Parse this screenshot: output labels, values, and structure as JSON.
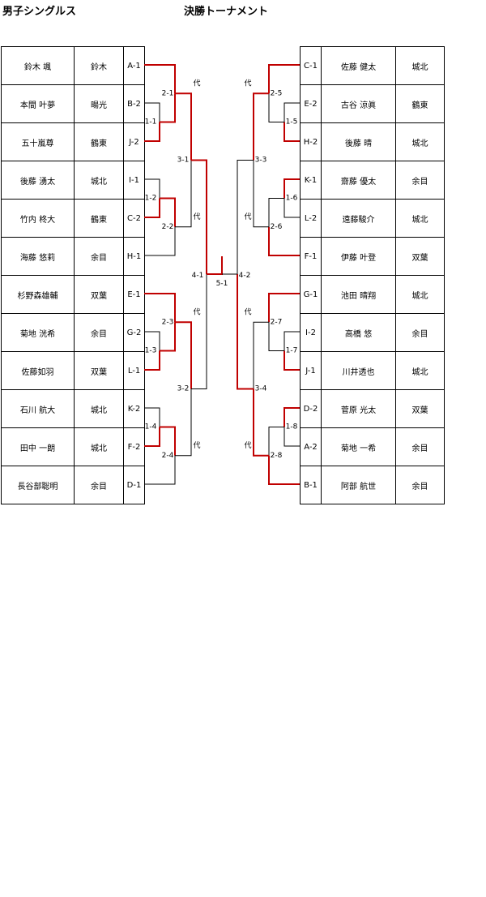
{
  "header": {
    "title_left": "男子シングルス",
    "title_center": "決勝トーナメント"
  },
  "left_players": [
    {
      "name": "鈴木 颯",
      "school": "鈴木",
      "seed": "A-1"
    },
    {
      "name": "本間 叶夢",
      "school": "暘光",
      "seed": "B-2"
    },
    {
      "name": "五十嵐尊",
      "school": "鶴東",
      "seed": "J-2"
    },
    {
      "name": "後藤 湧太",
      "school": "城北",
      "seed": "I-1"
    },
    {
      "name": "竹内 柊大",
      "school": "鶴東",
      "seed": "C-2"
    },
    {
      "name": "海藤 悠莉",
      "school": "余目",
      "seed": "H-1"
    },
    {
      "name": "杉野森雄輔",
      "school": "双葉",
      "seed": "E-1"
    },
    {
      "name": "菊地 洸希",
      "school": "余目",
      "seed": "G-2"
    },
    {
      "name": "佐藤如羽",
      "school": "双葉",
      "seed": "L-1"
    },
    {
      "name": "石川 航大",
      "school": "城北",
      "seed": "K-2"
    },
    {
      "name": "田中 一朗",
      "school": "城北",
      "seed": "F-2"
    },
    {
      "name": "長谷部聡明",
      "school": "余目",
      "seed": "D-1"
    }
  ],
  "right_players": [
    {
      "seed": "C-1",
      "name": "佐藤 健太",
      "school": "城北"
    },
    {
      "seed": "E-2",
      "name": "古谷 涼眞",
      "school": "鶴東"
    },
    {
      "seed": "H-2",
      "name": "後藤 晴",
      "school": "城北"
    },
    {
      "seed": "K-1",
      "name": "齋藤 優太",
      "school": "余目"
    },
    {
      "seed": "L-2",
      "name": "遠藤駿介",
      "school": "城北"
    },
    {
      "seed": "F-1",
      "name": "伊藤 叶登",
      "school": "双葉"
    },
    {
      "seed": "G-1",
      "name": "池田 晴翔",
      "school": "城北"
    },
    {
      "seed": "I-2",
      "name": "高橋 悠",
      "school": "余目"
    },
    {
      "seed": "J-1",
      "name": "川井透也",
      "school": "城北"
    },
    {
      "seed": "D-2",
      "name": "菅原 光太",
      "school": "双葉"
    },
    {
      "seed": "A-2",
      "name": "菊地 一希",
      "school": "余目"
    },
    {
      "seed": "B-1",
      "name": "阿部 航世",
      "school": "余目"
    }
  ],
  "bracket": {
    "left": {
      "r1": [
        "1-1",
        "1-2",
        "1-3",
        "1-4"
      ],
      "r2": [
        "2-1",
        "2-2",
        "2-3",
        "2-4"
      ],
      "r3": [
        "3-1",
        "3-2"
      ],
      "r4": "4-1",
      "dai": [
        "代",
        "代",
        "代",
        "代"
      ]
    },
    "right": {
      "r1": [
        "1-5",
        "1-6",
        "1-7",
        "1-8"
      ],
      "r2": [
        "2-5",
        "2-6",
        "2-7",
        "2-8"
      ],
      "r3": [
        "3-3",
        "3-4"
      ],
      "r4": "4-2",
      "dai": [
        "代",
        "代",
        "代",
        "代"
      ]
    },
    "final": "5-1",
    "colors": {
      "win": "#c00000",
      "normal": "#000000"
    }
  }
}
